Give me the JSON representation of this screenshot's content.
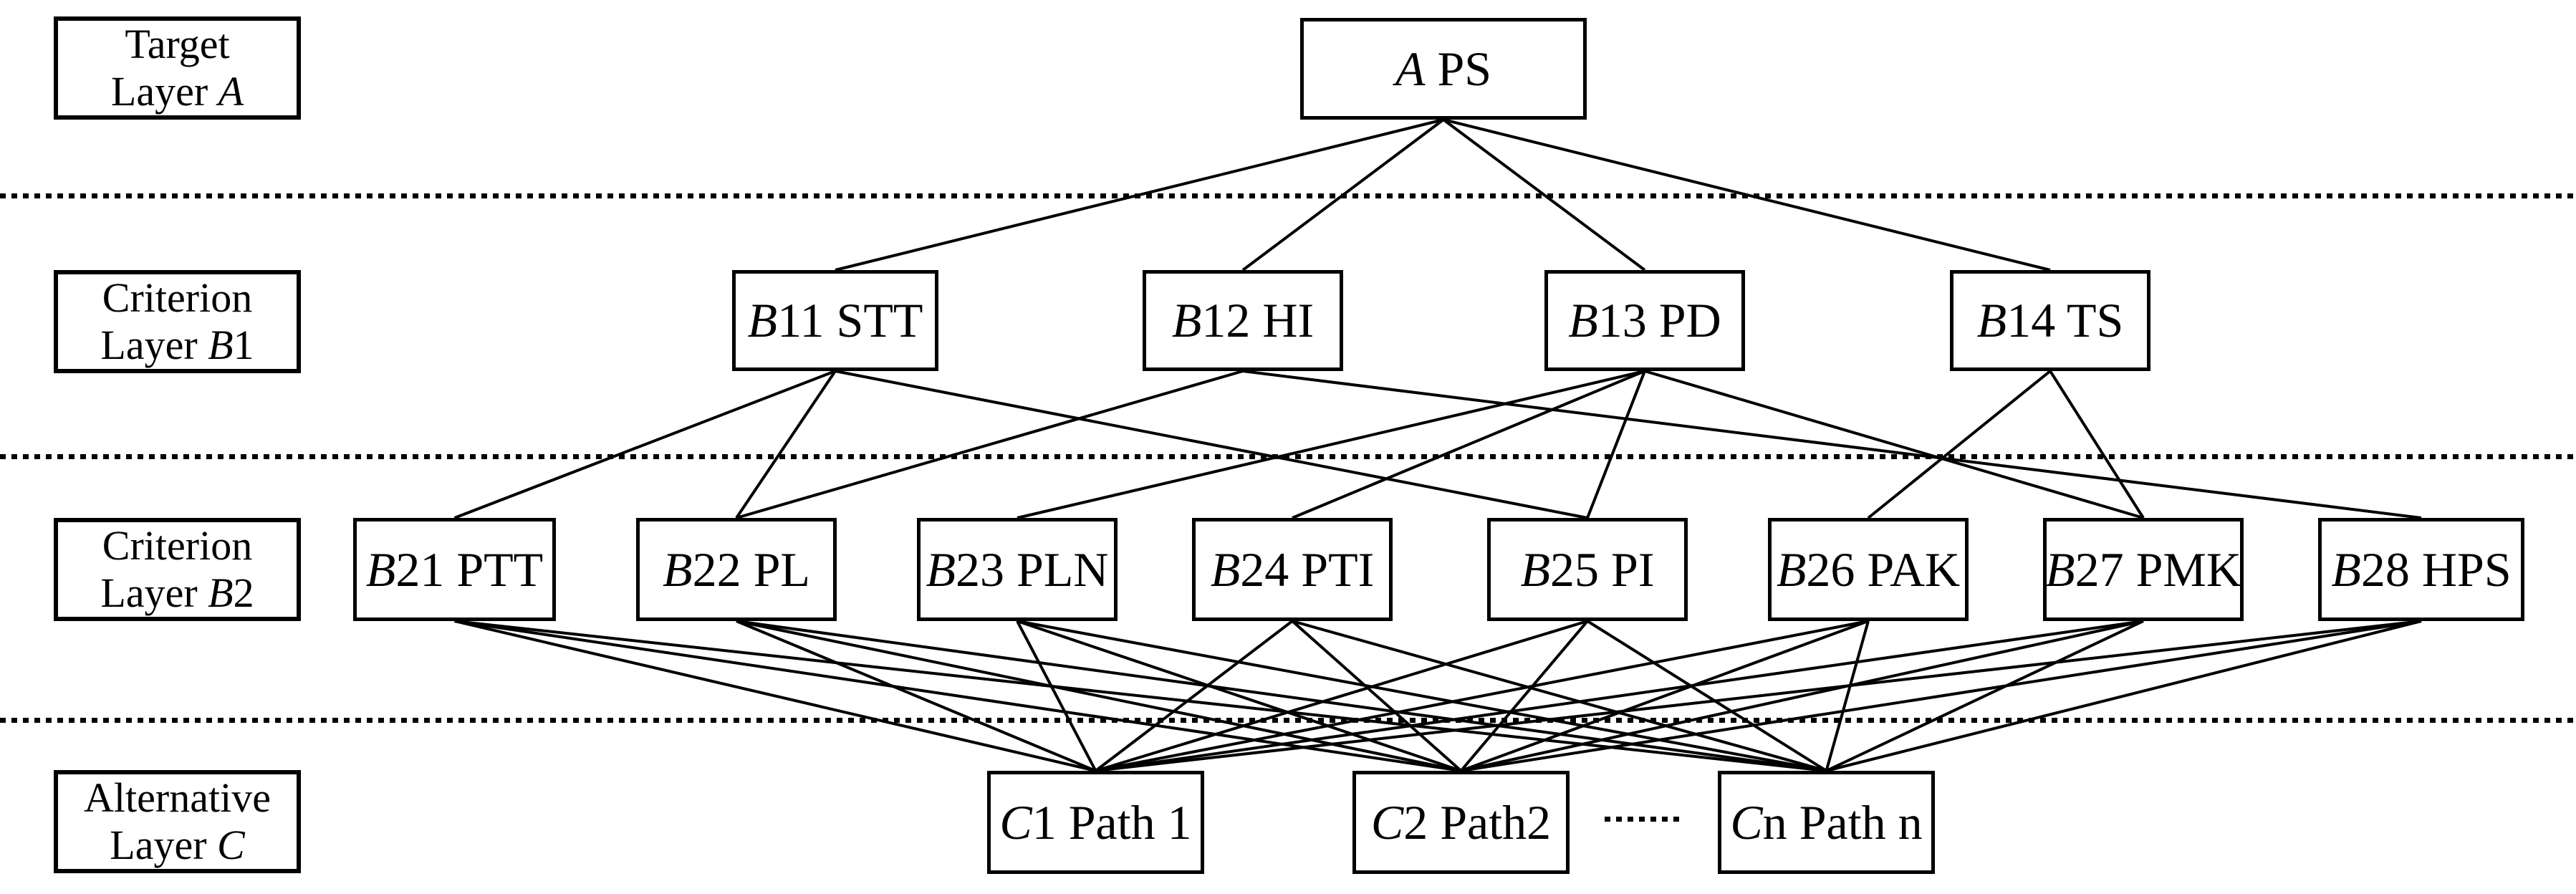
{
  "diagram": {
    "title_semantic": "AHP hierarchy of path selection",
    "colors": {
      "line": "#000000",
      "background": "#ffffff",
      "text": "#000000"
    },
    "layers": [
      {
        "id": "target",
        "label_line1": "Target",
        "label_line2_pre": "Layer ",
        "label_line2_it": "A",
        "label_line2_post": ""
      },
      {
        "id": "b1",
        "label_line1": "Criterion",
        "label_line2_pre": "Layer ",
        "label_line2_it": "B",
        "label_line2_post": "1"
      },
      {
        "id": "b2",
        "label_line1": "Criterion",
        "label_line2_pre": "Layer ",
        "label_line2_it": "B",
        "label_line2_post": "2"
      },
      {
        "id": "c",
        "label_line1": "Alternative",
        "label_line2_pre": "Layer ",
        "label_line2_it": "C",
        "label_line2_post": ""
      }
    ],
    "nodes": {
      "a_ps": {
        "it": "A",
        "rest": " PS"
      },
      "b11": {
        "it": "B",
        "rest": "11 STT"
      },
      "b12": {
        "it": "B",
        "rest": "12 HI"
      },
      "b13": {
        "it": "B",
        "rest": "13 PD"
      },
      "b14": {
        "it": "B",
        "rest": "14 TS"
      },
      "b21": {
        "it": "B",
        "rest": "21 PTT"
      },
      "b22": {
        "it": "B",
        "rest": "22 PL"
      },
      "b23": {
        "it": "B",
        "rest": "23 PLN"
      },
      "b24": {
        "it": "B",
        "rest": "24 PTI"
      },
      "b25": {
        "it": "B",
        "rest": "25 PI"
      },
      "b26": {
        "it": "B",
        "rest": "26 PAK"
      },
      "b27": {
        "it": "B",
        "rest": "27 PMK"
      },
      "b28": {
        "it": "B",
        "rest": "28 HPS"
      },
      "c1": {
        "it": "C",
        "rest": "1 Path 1"
      },
      "c2": {
        "it": "C",
        "rest": "2 Path2"
      },
      "cn": {
        "it": "C",
        "rest": "n Path n"
      }
    },
    "edges": [
      [
        "a_ps",
        "b11"
      ],
      [
        "a_ps",
        "b12"
      ],
      [
        "a_ps",
        "b13"
      ],
      [
        "a_ps",
        "b14"
      ],
      [
        "b11",
        "b21"
      ],
      [
        "b11",
        "b22"
      ],
      [
        "b11",
        "b25"
      ],
      [
        "b12",
        "b22"
      ],
      [
        "b12",
        "b28"
      ],
      [
        "b13",
        "b23"
      ],
      [
        "b13",
        "b24"
      ],
      [
        "b13",
        "b25"
      ],
      [
        "b13",
        "b27"
      ],
      [
        "b14",
        "b26"
      ],
      [
        "b14",
        "b27"
      ],
      [
        "b21",
        "c1"
      ],
      [
        "b21",
        "c2"
      ],
      [
        "b21",
        "cn"
      ],
      [
        "b22",
        "c1"
      ],
      [
        "b22",
        "c2"
      ],
      [
        "b22",
        "cn"
      ],
      [
        "b23",
        "c1"
      ],
      [
        "b23",
        "c2"
      ],
      [
        "b23",
        "cn"
      ],
      [
        "b24",
        "c1"
      ],
      [
        "b24",
        "c2"
      ],
      [
        "b24",
        "cn"
      ],
      [
        "b25",
        "c1"
      ],
      [
        "b25",
        "c2"
      ],
      [
        "b25",
        "cn"
      ],
      [
        "b26",
        "c1"
      ],
      [
        "b26",
        "c2"
      ],
      [
        "b26",
        "cn"
      ],
      [
        "b27",
        "c1"
      ],
      [
        "b27",
        "c2"
      ],
      [
        "b27",
        "cn"
      ],
      [
        "b28",
        "c1"
      ],
      [
        "b28",
        "c2"
      ],
      [
        "b28",
        "cn"
      ]
    ]
  }
}
